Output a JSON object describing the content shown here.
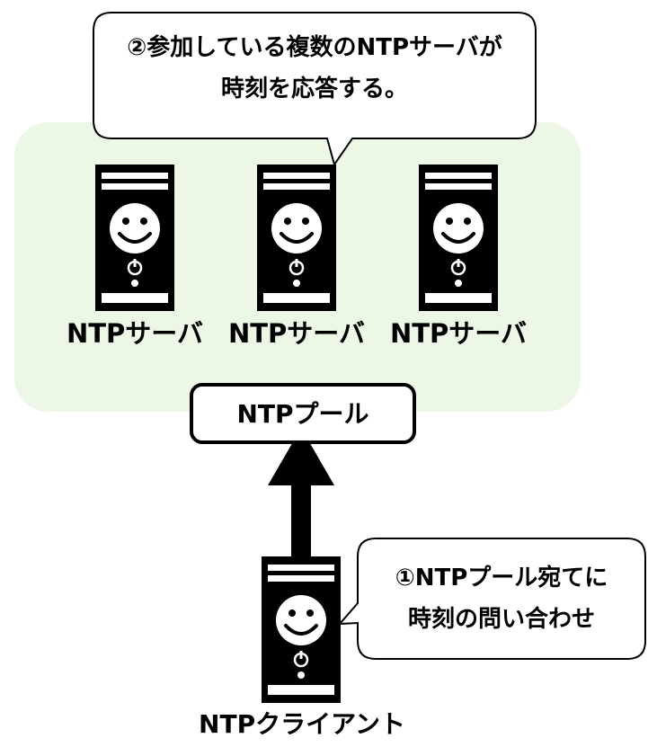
{
  "servers": [
    {
      "label": "NTPサーバ"
    },
    {
      "label": "NTPサーバ"
    },
    {
      "label": "NTPサーバ"
    }
  ],
  "pool": {
    "label": "NTPプール"
  },
  "client": {
    "label": "NTPクライアント"
  },
  "callouts": {
    "response": {
      "line1": "②参加している複数のNTPサーバが",
      "line2": "時刻を応答する。"
    },
    "query": {
      "line1": "①NTPプール宛てに",
      "line2": "時刻の問い合わせ"
    }
  },
  "colors": {
    "pool_fill": "#edf7e6",
    "server_body": "#000000",
    "server_detail": "#ffffff",
    "arrow": "#000000"
  }
}
